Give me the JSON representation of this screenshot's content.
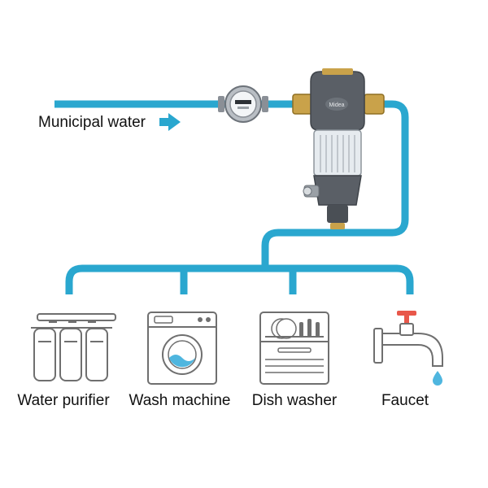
{
  "source_label": "Municipal water",
  "filter": {
    "brand": "Midea"
  },
  "appliances": [
    {
      "id": "water-purifier",
      "label": "Water purifier"
    },
    {
      "id": "wash-machine",
      "label": "Wash machine"
    },
    {
      "id": "dish-washer",
      "label": "Dish washer"
    },
    {
      "id": "faucet",
      "label": "Faucet"
    }
  ],
  "colors": {
    "pipe": "#2aa7cf",
    "arrow": "#2aa7cf",
    "appliance_stroke": "#6f6f6f",
    "faucet_handle": "#e8574a",
    "water_drop": "#4fb6df",
    "brass": "#c9a24a",
    "filter_body": "#5a5f66"
  }
}
